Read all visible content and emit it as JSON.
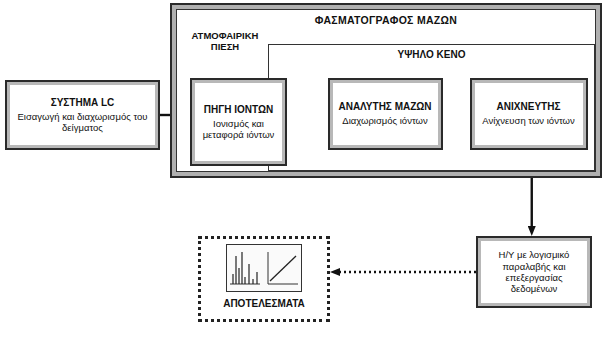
{
  "diagram": {
    "nodes": [
      {
        "text": [
          "ΣΥΣΤΗΜΑ LC",
          "Εισαγωγή και διαχωρισμός του δείγματος"
        ]
      },
      {
        "text": [
          "ΦΑΣΜΑΤΟΓΡΑΦΟΣ ΜΑΖΩΝ"
        ]
      },
      {
        "text": [
          "ΥΨΗΛΟ ΚΕΝΟ"
        ],
        "in": 1
      },
      {
        "text": [
          "ΠΗΓΗ ΙΟΝΤΩΝ",
          "Ιονισμός και μεταφορά ιόντων"
        ],
        "in": 1
      },
      {
        "text": [
          "ΑΝΑΛΥΤΗΣ ΜΑΖΩΝ",
          "Διαχωρισμός ιόντων"
        ],
        "in": 2
      },
      {
        "text": [
          "ΑΝΙΧΝΕΥΤΗΣ",
          "Ανίχνευση των ιόντων"
        ],
        "in": 2
      },
      {
        "text": [
          "ΑΠΟΤΕΛΕΣΜΑΤΑ"
        ]
      },
      {
        "text": [
          "Η/Υ με λογισμικό παραλαβής και επεξεργασίας δεδομένων"
        ]
      }
    ],
    "edges": [
      {
        "from": 0,
        "to": 3,
        "arrow": "to"
      },
      {
        "from": 3,
        "to": 4,
        "arrow": "to"
      },
      {
        "from": 4,
        "to": 5,
        "arrow": "to"
      },
      {
        "from": 5,
        "to": 7,
        "arrow": "to"
      },
      {
        "from": 7,
        "to": 6,
        "arrow": "to"
      }
    ],
    "labels": [
      "ΑΤΜΟΦΑΙΡΙΚΗ ΠΙΕΣΗ"
    ]
  }
}
